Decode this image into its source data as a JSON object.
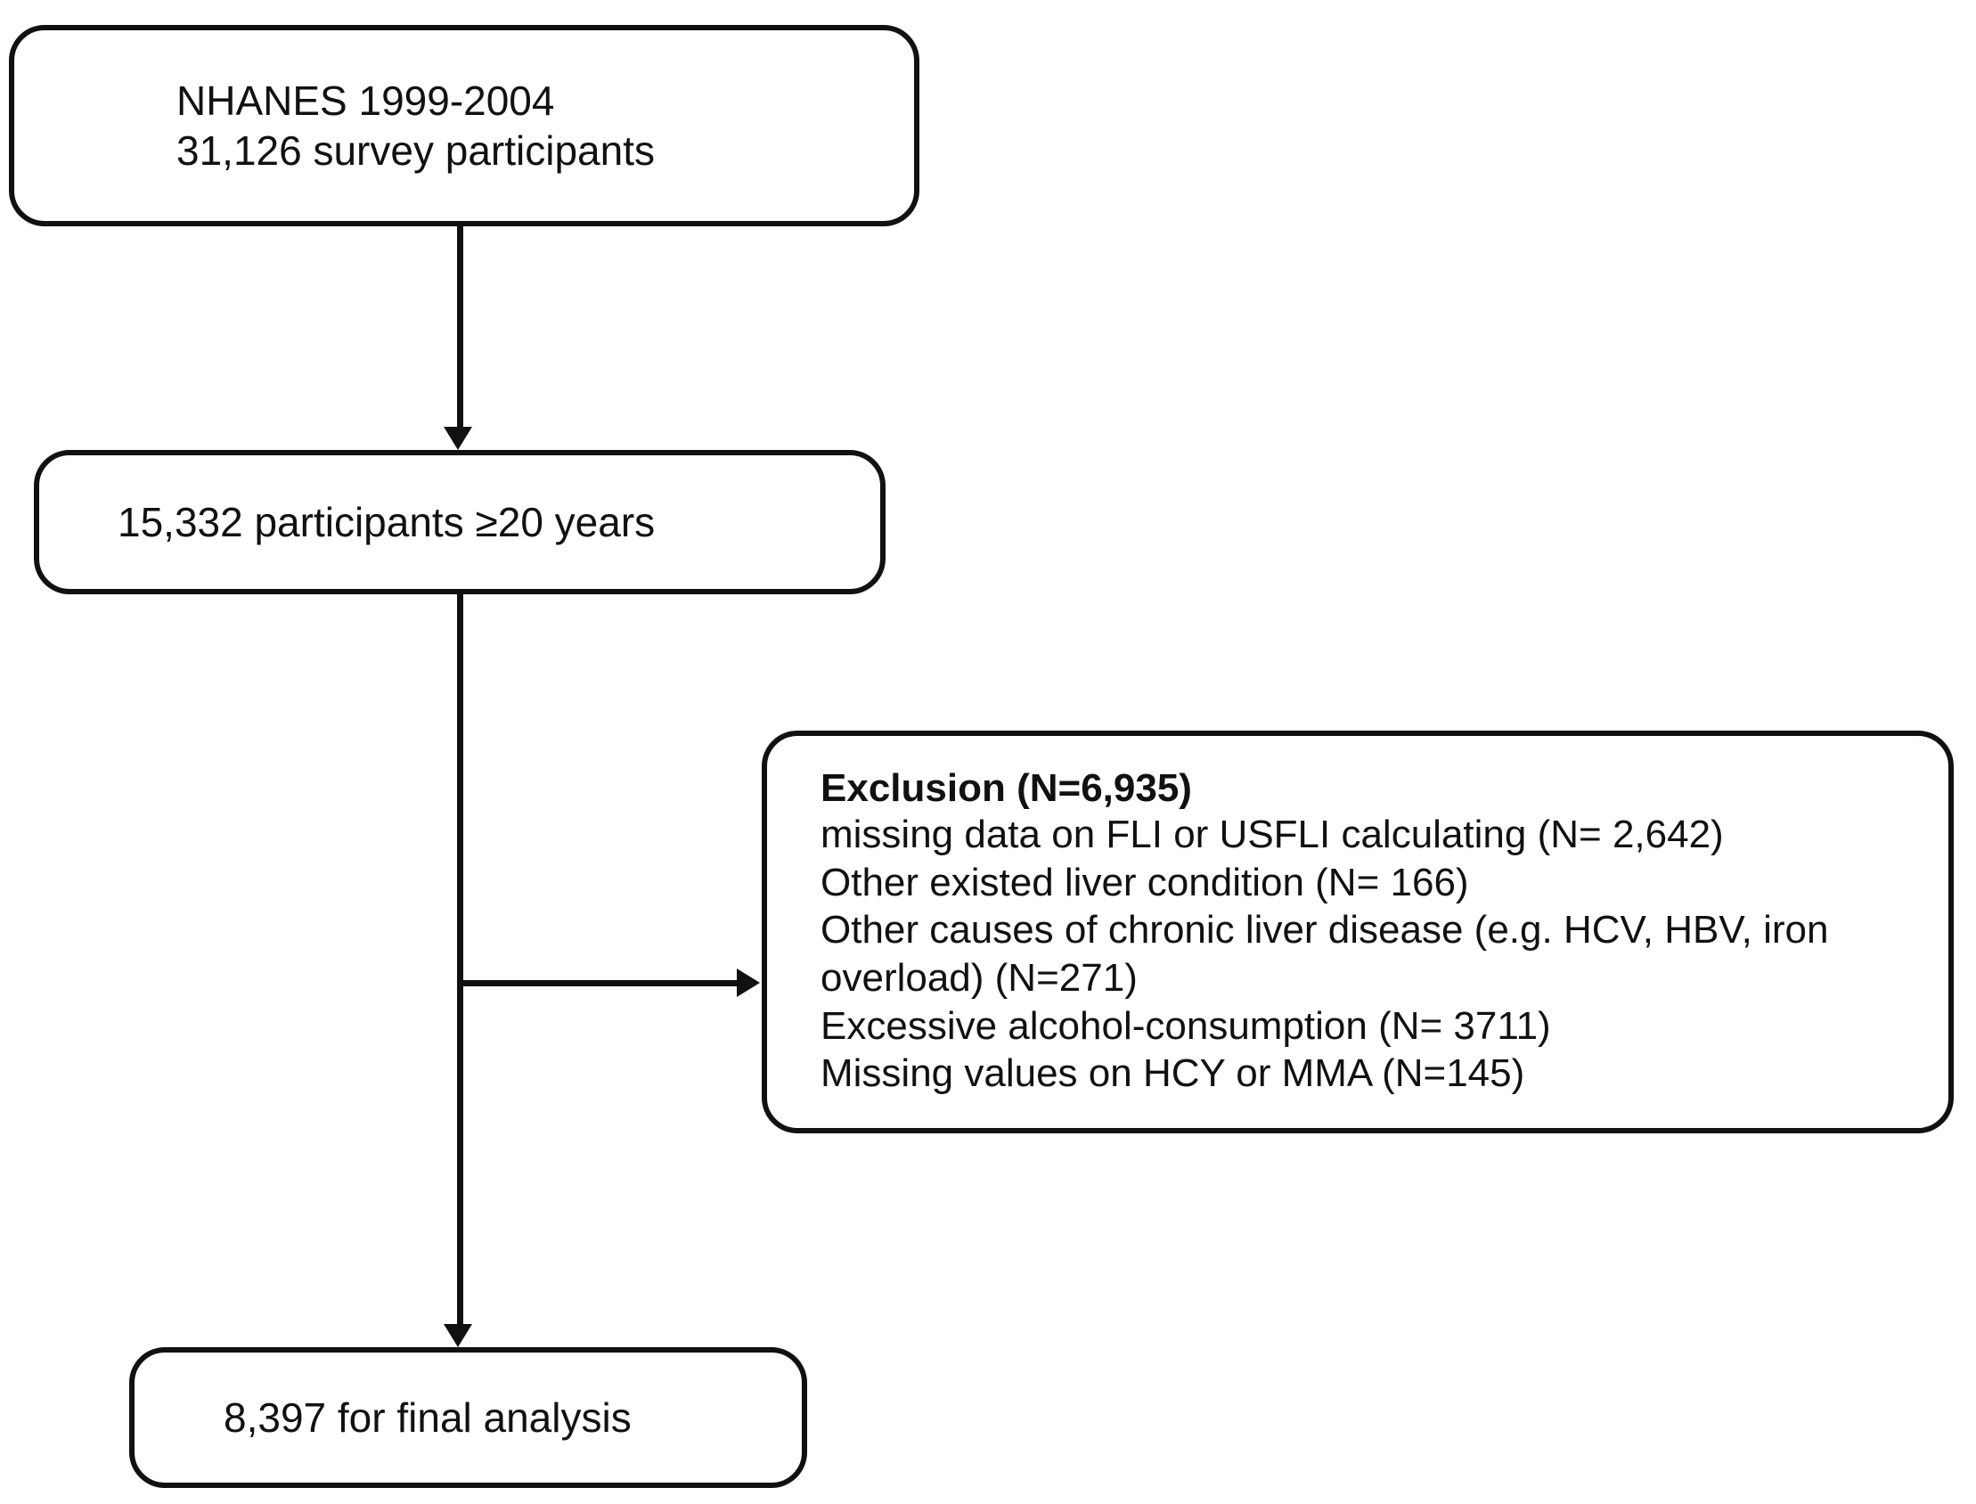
{
  "diagram": {
    "title": "NHANES participant selection flowchart",
    "type": "flowchart",
    "stroke_color": "#111111",
    "background_color": "#ffffff",
    "nodes": {
      "source": {
        "lines": [
          "NHANES 1999-2004",
          "31,126 survey participants"
        ]
      },
      "eligible": {
        "lines": [
          "15,332 participants ≥20 years"
        ]
      },
      "exclusion": {
        "heading": "Exclusion (N=6,935)",
        "lines": [
          "missing data on FLI or USFLI calculating (N= 2,642)",
          "Other existed liver condition (N= 166)",
          "Other causes of chronic liver disease (e.g. HCV, HBV, iron overload) (N=271)",
          "Excessive alcohol-consumption (N= 3711)",
          "Missing values on HCY or MMA (N=145)"
        ]
      },
      "final": {
        "lines": [
          "8,397 for final analysis"
        ]
      }
    },
    "connectors": [
      {
        "name": "source-to-eligible",
        "direction": "down"
      },
      {
        "name": "eligible-to-exclusion",
        "direction": "right"
      },
      {
        "name": "eligible-to-final",
        "direction": "down"
      }
    ]
  }
}
